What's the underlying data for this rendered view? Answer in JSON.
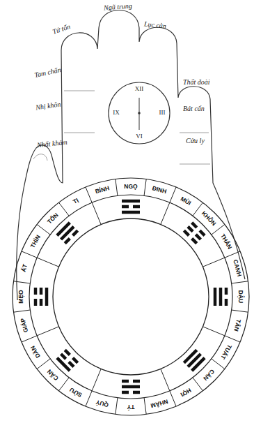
{
  "diagram": {
    "nodes": [
      {
        "text": [
          "BÍNH"
        ]
      },
      {
        "text": [
          "NGỌ"
        ]
      },
      {
        "text": [
          "ĐINH"
        ]
      },
      {
        "text": [
          "MÙI"
        ]
      },
      {
        "text": [
          "KHÔN"
        ]
      },
      {
        "text": [
          "THÂN"
        ]
      },
      {
        "text": [
          "CANH"
        ]
      },
      {
        "text": [
          "DẬU"
        ]
      },
      {
        "text": [
          "TÂN"
        ]
      },
      {
        "text": [
          "TUẤT"
        ]
      },
      {
        "text": [
          "CÀN"
        ]
      },
      {
        "text": [
          "HỢI"
        ]
      },
      {
        "text": [
          "NHÂM"
        ]
      },
      {
        "text": [
          "TÝ"
        ]
      },
      {
        "text": [
          "QUÝ"
        ]
      },
      {
        "text": [
          "SỬU"
        ]
      },
      {
        "text": [
          "CẤN"
        ]
      },
      {
        "text": [
          "DẦN"
        ]
      },
      {
        "text": [
          "GIÁP"
        ]
      },
      {
        "text": [
          "MẸO"
        ]
      },
      {
        "text": [
          "ẤT"
        ]
      },
      {
        "text": [
          "THÌN"
        ]
      },
      {
        "text": [
          "TỐN"
        ]
      },
      {
        "text": [
          "TỊ"
        ]
      }
    ],
    "labels": [
      "Ngũ trung",
      "Tứ tốn",
      "Lục càn",
      "Tam chấn",
      "Thất đoài",
      "Nhị khôn",
      "Bát cấn",
      "Nhất khảm",
      "Cửu ly",
      "XII",
      "IX",
      "III",
      "VI"
    ]
  }
}
